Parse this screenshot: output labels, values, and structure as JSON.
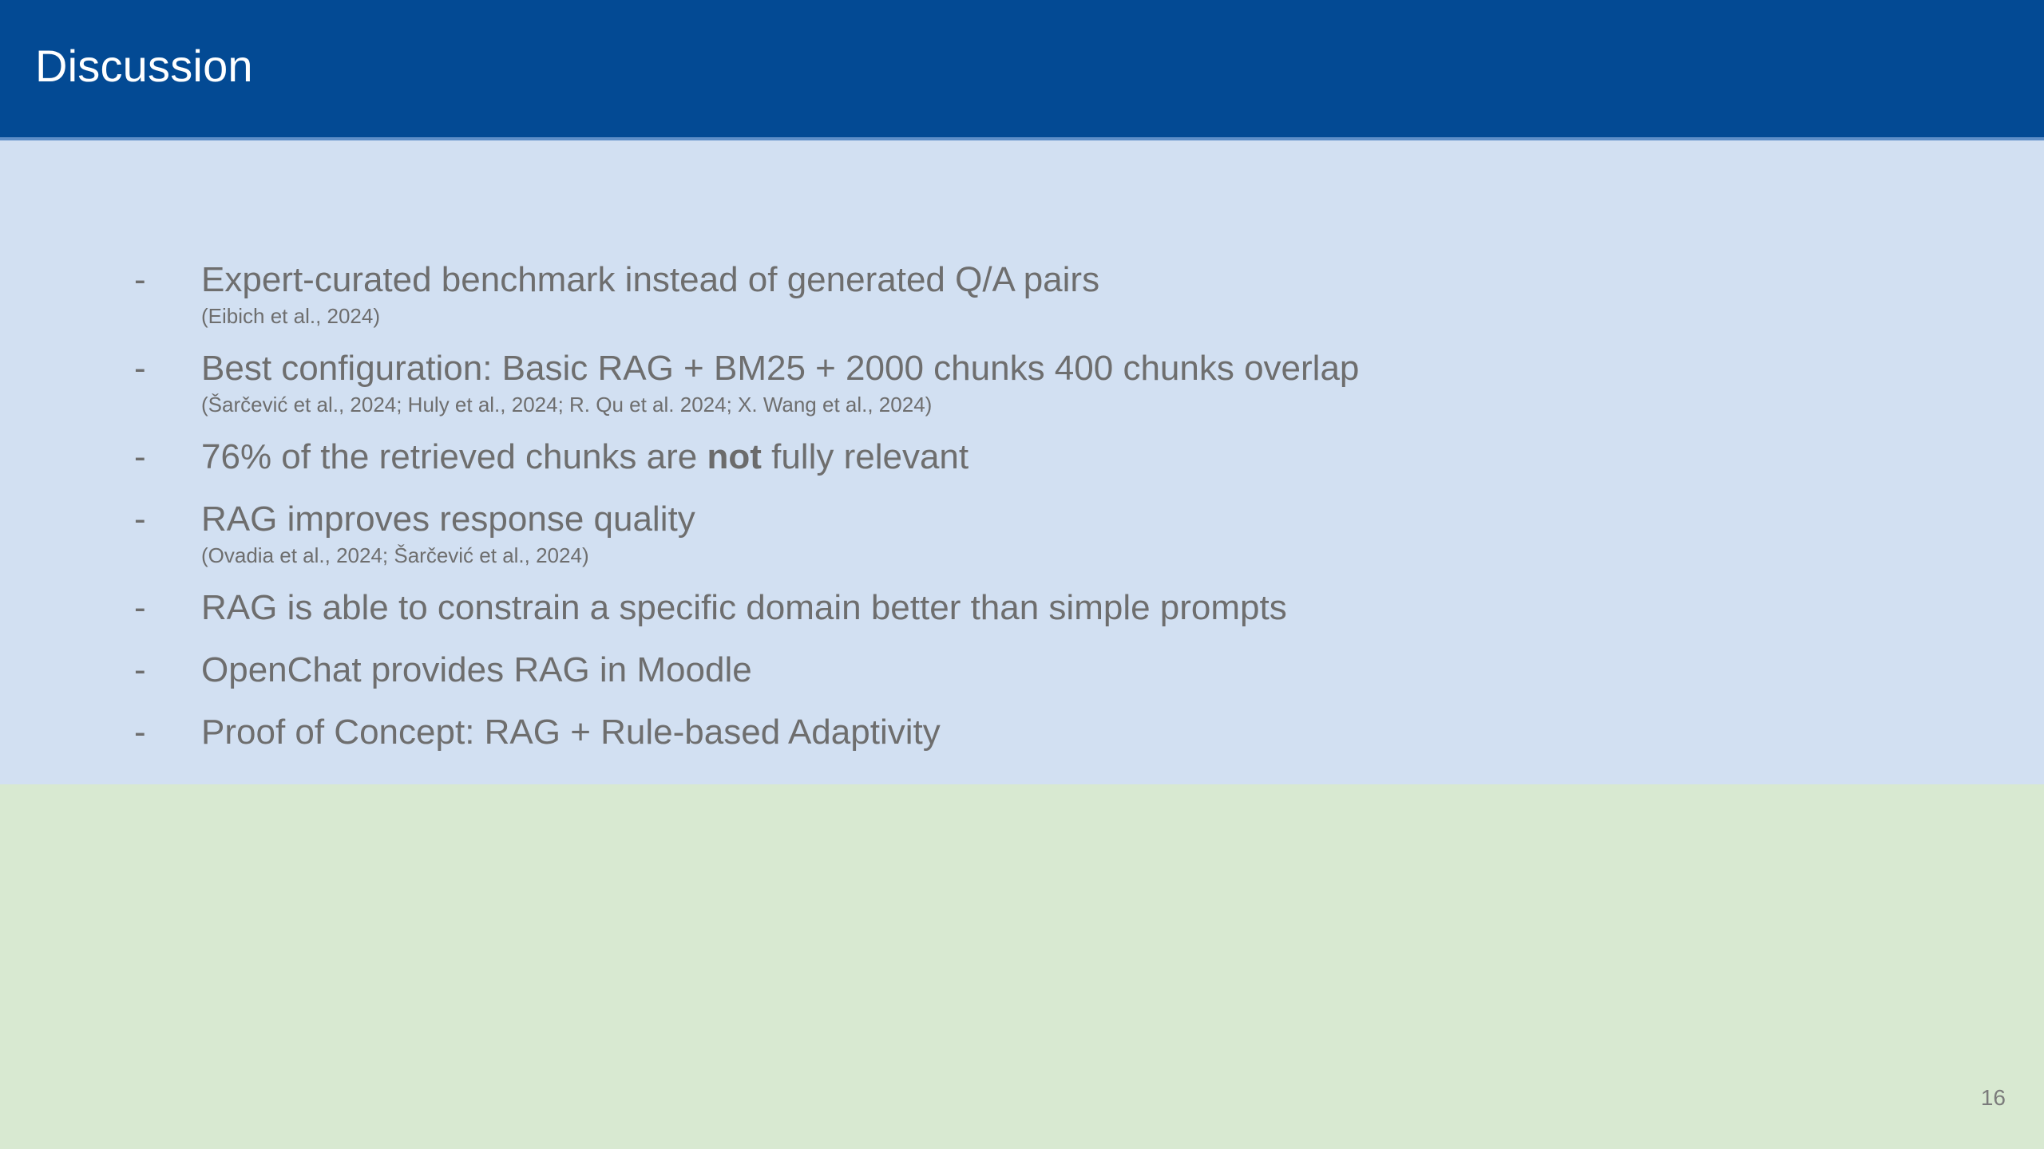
{
  "slide": {
    "title": "Discussion",
    "page_number": "16",
    "colors": {
      "header_blue": "#034a94",
      "header_rule": "#5f8fc8",
      "band_blue": "#d2e0f2",
      "band_green": "#d8e9d1",
      "text_gray": "#6e6e6e",
      "title_white": "#ffffff"
    },
    "bullet_marker": "-",
    "bullets": [
      {
        "text_before": "Expert-curated benchmark instead of generated Q/A pairs",
        "emphasis": "",
        "text_after": "",
        "citation": "(Eibich et al., 2024)"
      },
      {
        "text_before": "Best configuration: Basic RAG + BM25 + 2000 chunks 400 chunks overlap",
        "emphasis": "",
        "text_after": "",
        "citation": "(Šarčević et al., 2024;  Huly et al., 2024; R. Qu et al. 2024; X. Wang et al., 2024)"
      },
      {
        "text_before": "76% of the retrieved chunks are ",
        "emphasis": "not",
        "text_after": " fully relevant",
        "citation": ""
      },
      {
        "text_before": "RAG improves response quality",
        "emphasis": "",
        "text_after": "",
        "citation": "(Ovadia et al., 2024; Šarčević et al., 2024)"
      },
      {
        "text_before": "RAG is able to constrain a specific domain better than simple prompts",
        "emphasis": "",
        "text_after": "",
        "citation": ""
      },
      {
        "text_before": "OpenChat provides RAG in Moodle",
        "emphasis": "",
        "text_after": "",
        "citation": ""
      },
      {
        "text_before": "Proof of Concept: RAG + Rule-based Adaptivity",
        "emphasis": "",
        "text_after": "",
        "citation": ""
      }
    ]
  }
}
